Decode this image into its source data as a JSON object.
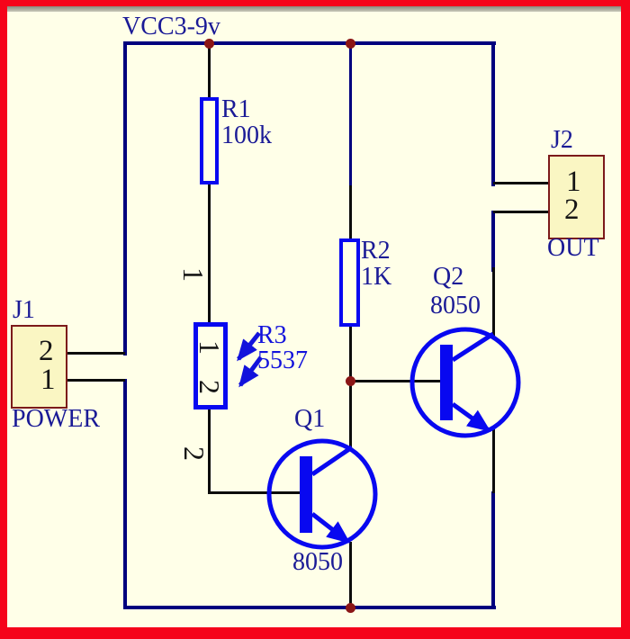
{
  "schematic": {
    "power_net": {
      "label": "VCC3-9v"
    },
    "components": {
      "r1": {
        "ref": "R1",
        "value": "100k"
      },
      "r2": {
        "ref": "R2",
        "value": "1K"
      },
      "q1": {
        "ref": "Q1",
        "value": "8050"
      },
      "q2": {
        "ref": "Q2",
        "value": "8050"
      },
      "r3": {
        "pin1_wire_label": "1",
        "pin2_wire_label": "2",
        "pin1_inner_label": "1",
        "pin2_inner_label": "2"
      }
    },
    "annotation": {
      "ref": "R3",
      "value": "5537"
    },
    "connectors": {
      "j1": {
        "ref": "J1",
        "name": "POWER",
        "pin_top": "2",
        "pin_bottom": "1"
      },
      "j2": {
        "ref": "J2",
        "name": "OUT",
        "pin_top": "1",
        "pin_bottom": "2"
      }
    }
  },
  "colors": {
    "background": "#FFFFE8",
    "frame_red": "#F5041A",
    "wire_navy": "#00007E",
    "wire_black": "#0C0C0C",
    "component_blue": "#0808F0",
    "label_blue": "#1A1A96",
    "annotation_blue": "#1212DC",
    "junction_maroon": "#8B1616",
    "connector_fill": "#FAF6C3",
    "connector_border": "#7C1A1A",
    "pin_black": "#151515"
  }
}
